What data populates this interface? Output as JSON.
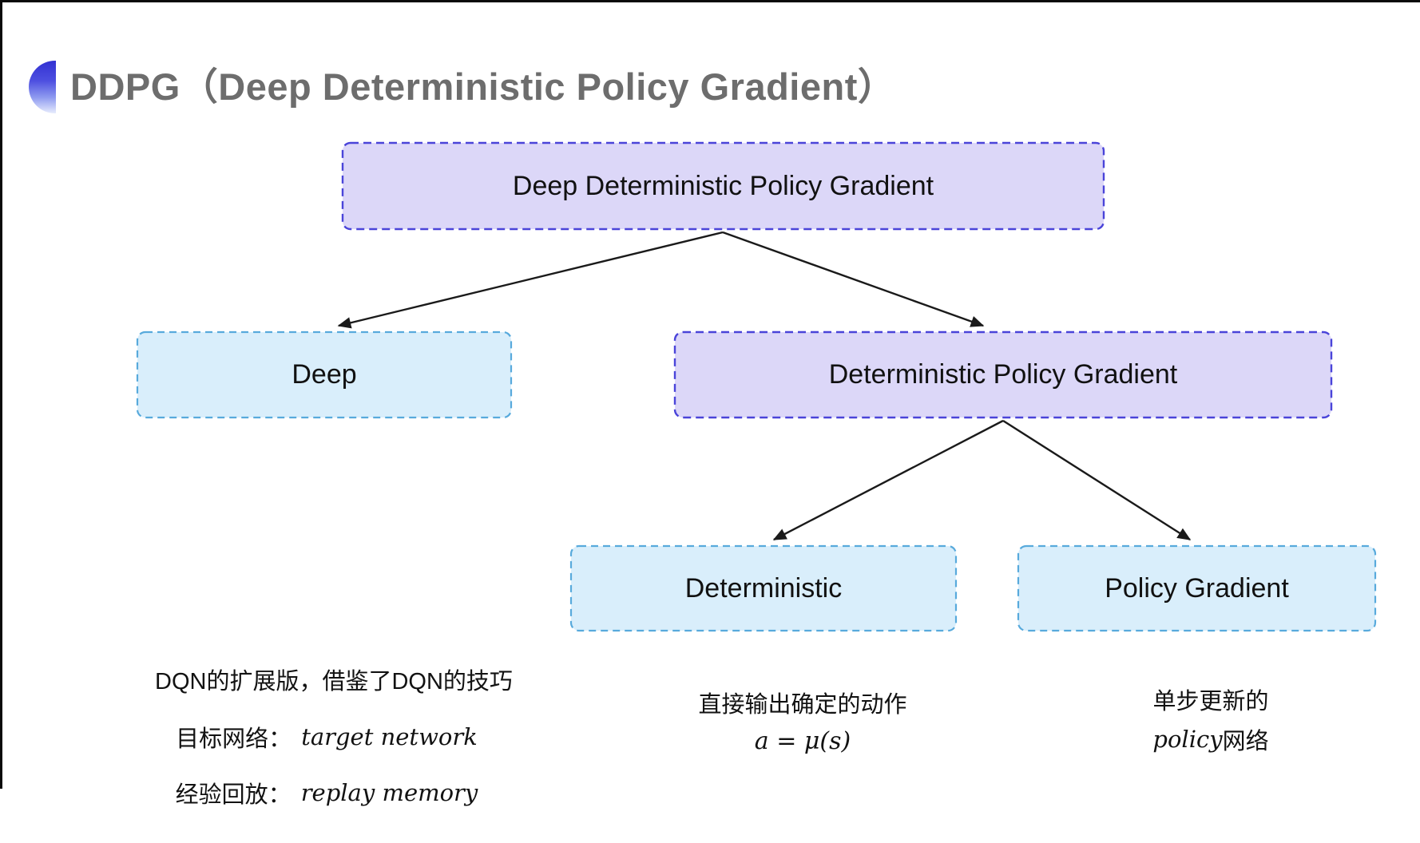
{
  "title": {
    "text": "DDPG（Deep Deterministic Policy Gradient）"
  },
  "tree": {
    "root": {
      "label": "Deep Deterministic Policy Gradient"
    },
    "level2": [
      {
        "label": "Deep"
      },
      {
        "label": "Deterministic Policy Gradient"
      }
    ],
    "level3": [
      {
        "label": "Deterministic"
      },
      {
        "label": "Policy Gradient"
      }
    ]
  },
  "notes": {
    "left": {
      "line1": "DQN的扩展版，借鉴了DQN的技巧",
      "line2_label": "目标网络：",
      "line2_term": "target network",
      "line3_label": "经验回放：",
      "line3_term": "replay memory"
    },
    "middle": {
      "line1": "直接输出确定的动作",
      "formula": "a = μ(s)"
    },
    "right": {
      "line1": "单步更新的",
      "line2_term": "policy",
      "line2_suffix": " 网络"
    }
  },
  "colors": {
    "purple_fill": "#DCD7F8",
    "purple_border": "#4A44D9",
    "blue_fill": "#D9EEFB",
    "blue_border": "#58AADC",
    "arrow": "#1A1A1A",
    "title_gray": "#6D6D6D",
    "bullet_blue": "#3231D2"
  }
}
